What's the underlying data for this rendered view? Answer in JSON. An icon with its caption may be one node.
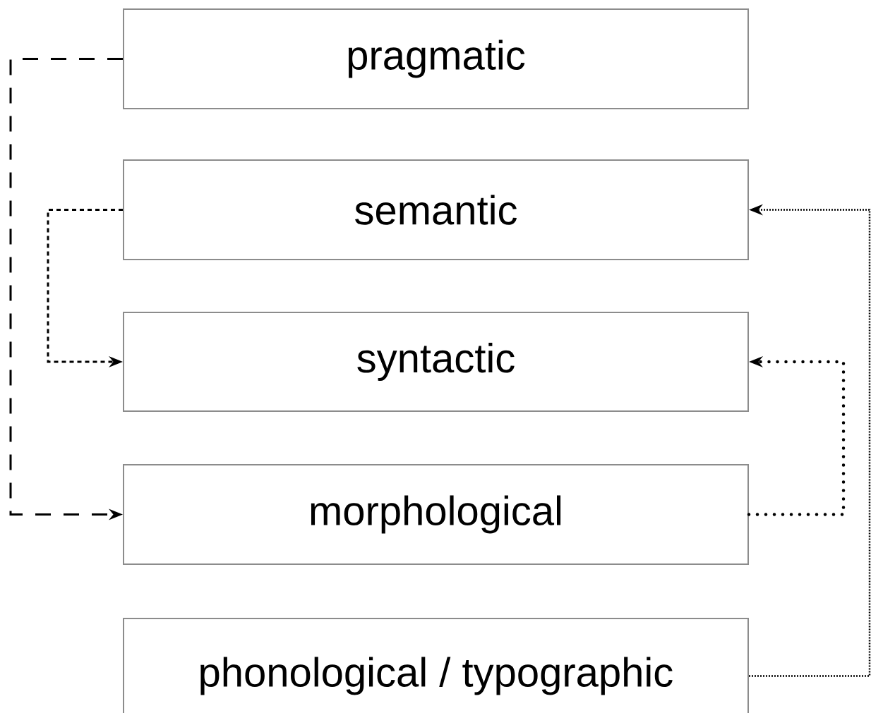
{
  "diagram": {
    "nodes": [
      {
        "text": [
          "pragmatic"
        ]
      },
      {
        "text": [
          "semantic"
        ]
      },
      {
        "text": [
          "syntactic"
        ]
      },
      {
        "text": [
          "morphological"
        ]
      },
      {
        "text": [
          "phonological / typographic"
        ]
      }
    ],
    "edges": [
      {
        "from": 0,
        "to": 3,
        "arrow": "to",
        "style": "dashed"
      },
      {
        "from": 1,
        "to": 2,
        "arrow": "to",
        "style": "dashed"
      },
      {
        "from": 3,
        "to": 2,
        "arrow": "to",
        "style": "dashed"
      },
      {
        "from": 4,
        "to": 1,
        "arrow": "to",
        "style": "dashed"
      }
    ]
  }
}
